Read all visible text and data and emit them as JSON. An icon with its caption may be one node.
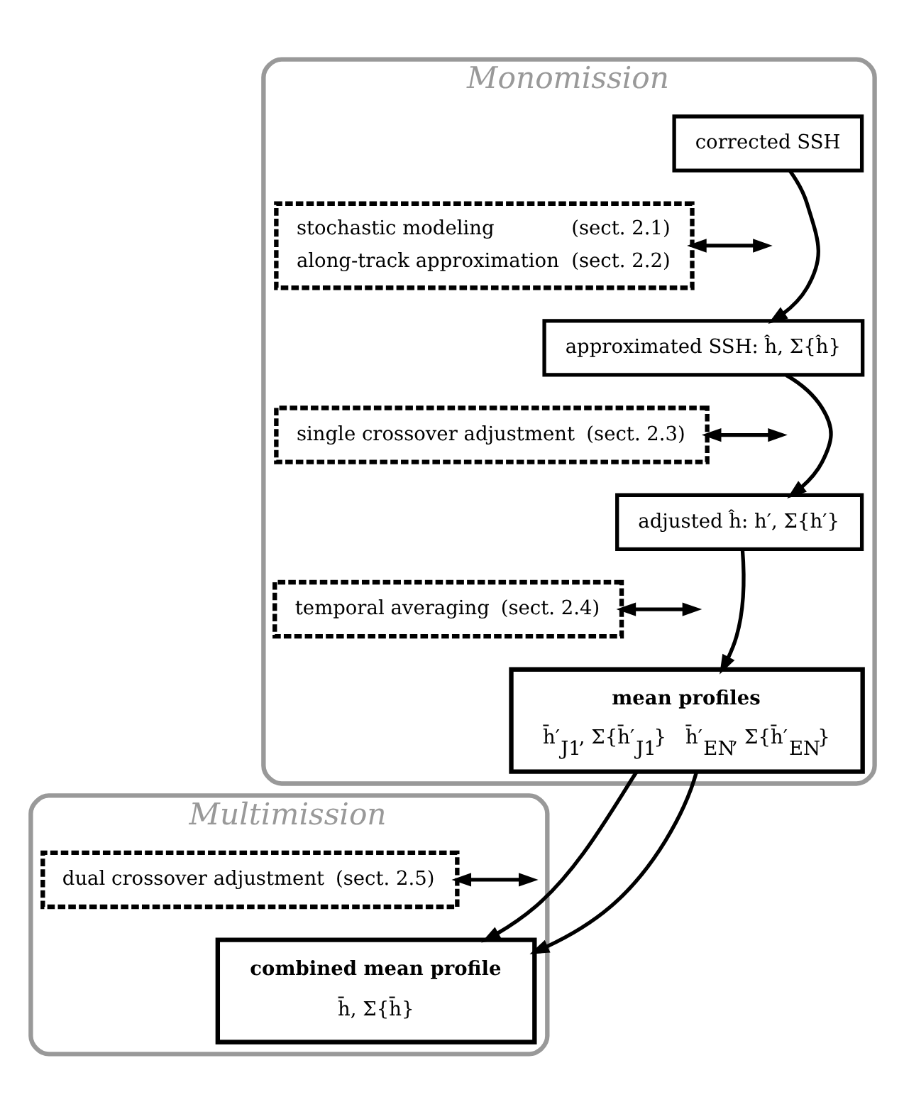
{
  "diagram": {
    "nodes": [
      {
        "text": [
          "Monomission"
        ]
      },
      {
        "text": [
          "corrected SSH"
        ],
        "in": 0
      },
      {
        "text": [
          "stochastic modeling",
          "(sect. 2.1)",
          "along-track approximation",
          "(sect. 2.2)"
        ],
        "in": 0
      },
      {
        "text": [
          "approximated SSH: ĥ, Σ{ĥ}"
        ],
        "in": 0
      },
      {
        "text": [
          "single crossover adjustment",
          "(sect. 2.3)"
        ],
        "in": 0
      },
      {
        "text": [
          "adjusted ĥ: h′, Σ{h′}"
        ],
        "in": 0
      },
      {
        "text": [
          "temporal averaging",
          "(sect. 2.4)"
        ],
        "in": 0
      },
      {
        "text": [
          "mean profiles",
          "h̄′$_{J1}$, Σ{h̄′$_{J1}$}",
          "h̄′$_{EN}$, Σ{h̄′$_{EN}$}"
        ],
        "in": 0
      },
      {
        "text": [
          "Multimission"
        ]
      },
      {
        "text": [
          "dual crossover adjustment",
          "(sect. 2.5)"
        ],
        "in": 8
      },
      {
        "text": [
          "combined mean profile",
          "h̄, Σ{h̄}"
        ],
        "in": 8
      }
    ],
    "edges": [
      {
        "from": 1,
        "to": 3,
        "arrow": "to"
      },
      {
        "from": null,
        "to": 2,
        "arrow": "both"
      },
      {
        "from": 3,
        "to": 5,
        "arrow": "to"
      },
      {
        "from": null,
        "to": 4,
        "arrow": "both"
      },
      {
        "from": 5,
        "to": 7,
        "arrow": "to"
      },
      {
        "from": null,
        "to": 6,
        "arrow": "both"
      },
      {
        "from": 7,
        "to": 10,
        "arrow": "to"
      },
      {
        "from": 7,
        "to": 10,
        "arrow": "to"
      },
      {
        "from": null,
        "to": 9,
        "arrow": "both"
      }
    ]
  }
}
